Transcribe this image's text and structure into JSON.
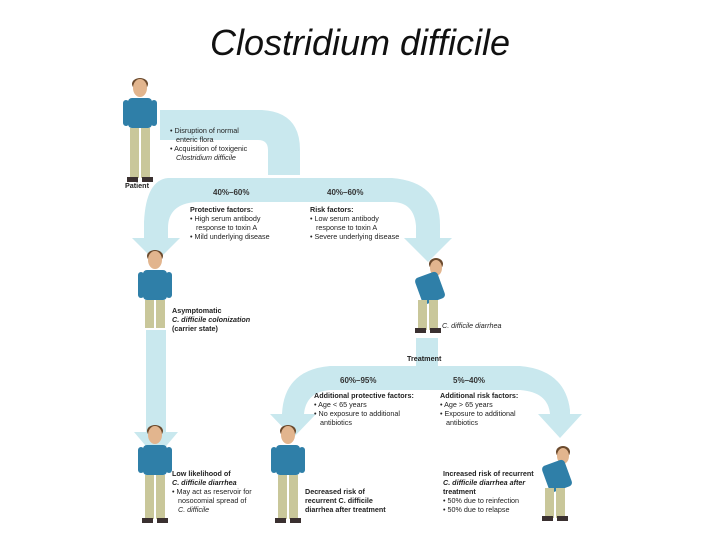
{
  "title": "Clostridium difficile",
  "diagram": {
    "patient_label": "Patient",
    "entry_bullets": [
      "• Disruption of normal",
      "enteric flora",
      "• Acquisition of toxigenic",
      "Clostridium difficile"
    ],
    "pct_left": "40%–60%",
    "pct_right": "40%–60%",
    "protective": {
      "heading": "Protective factors:",
      "lines": [
        "• High serum antibody",
        "response to toxin A",
        "• Mild underlying disease"
      ]
    },
    "risk": {
      "heading": "Risk factors:",
      "lines": [
        "• Low serum antibody",
        "response to toxin A",
        "• Severe underlying disease"
      ]
    },
    "asymptomatic": [
      "Asymptomatic",
      "C. difficile colonization",
      "(carrier state)"
    ],
    "diarrhea": [
      "C. difficile diarrhea"
    ],
    "treatment": "Treatment",
    "pct_treat_left": "60%–95%",
    "pct_treat_right": "5%–40%",
    "add_protective": {
      "heading": "Additional protective factors:",
      "lines": [
        "• Age < 65 years",
        "• No exposure to additional",
        "antibiotics"
      ]
    },
    "add_risk": {
      "heading": "Additional risk factors:",
      "lines": [
        "• Age > 65 years",
        "• Exposure to additional",
        "antibiotics"
      ]
    },
    "low_likelihood": {
      "heading": [
        "Low likelihood of",
        "C. difficile diarrhea"
      ],
      "lines": [
        "• May act as reservoir for",
        "nosocomial spread of",
        "C. difficile"
      ]
    },
    "decreased": [
      "Decreased risk of",
      "recurrent C. difficile",
      "diarrhea after treatment"
    ],
    "increased": {
      "heading": [
        "Increased risk of recurrent",
        "C. difficile diarrhea after",
        "treatment"
      ],
      "lines": [
        "• 50% due to reinfection",
        "• 50% due to relapse"
      ]
    }
  }
}
